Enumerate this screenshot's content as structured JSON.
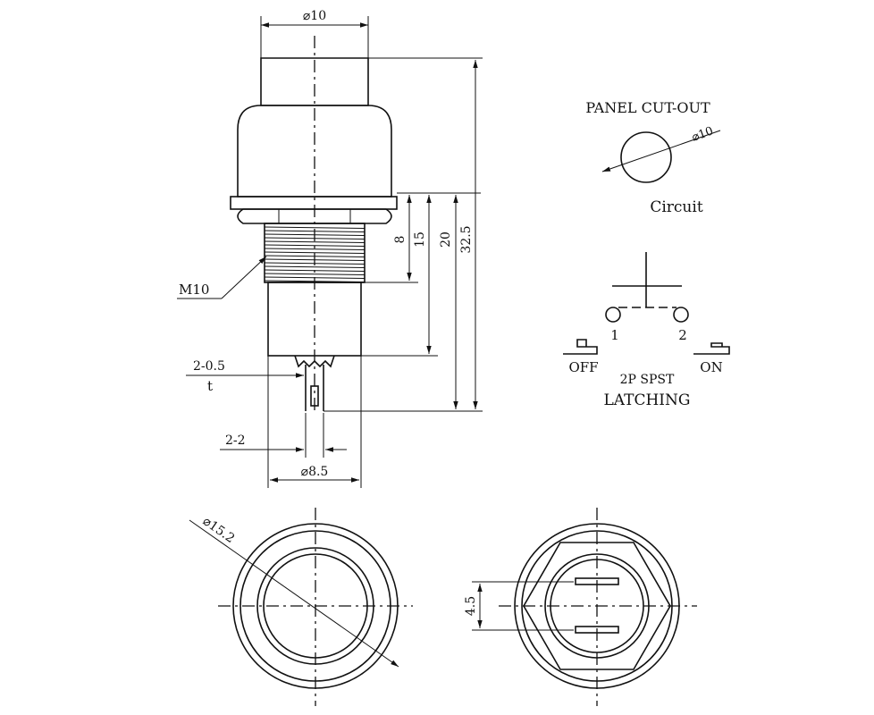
{
  "dims": {
    "top_dia": "⌀10",
    "dim_8": "8",
    "dim_15": "15",
    "dim_20": "20",
    "dim_325": "32.5",
    "thread": "M10",
    "terminal_t": "2-0.5",
    "terminal_t_sym": "t",
    "terminal_w": "2-2",
    "body_dia": "⌀8.5",
    "bezel_dia": "⌀15.2",
    "pin_gap": "4.5"
  },
  "panel_cutout": {
    "title": "PANEL CUT-OUT",
    "dia": "⌀10"
  },
  "circuit": {
    "title": "Circuit",
    "pin1": "1",
    "pin2": "2",
    "off": "OFF",
    "on": "ON",
    "type": "2P SPST",
    "mode": "LATCHING"
  }
}
